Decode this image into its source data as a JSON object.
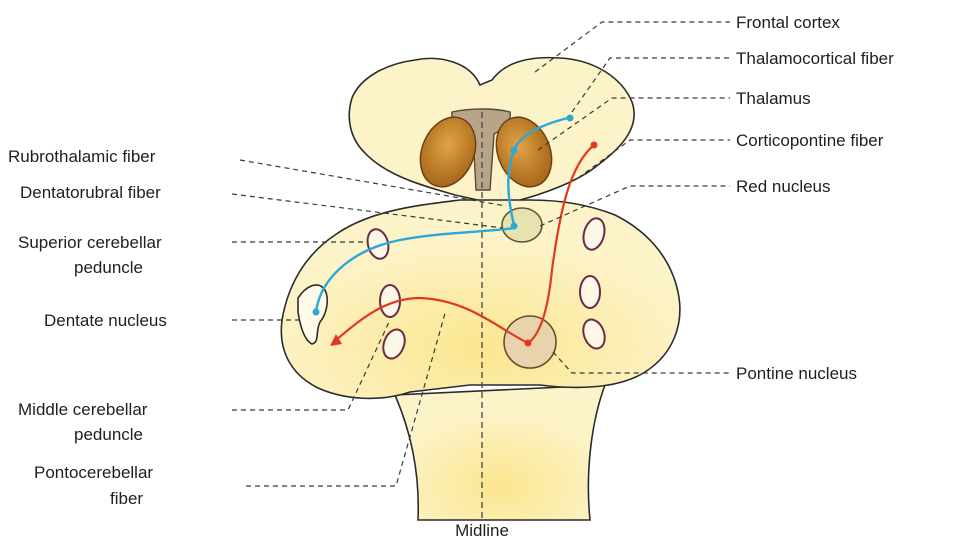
{
  "labels": {
    "frontal_cortex": "Frontal cortex",
    "thalamocortical_fiber": "Thalamocortical fiber",
    "thalamus": "Thalamus",
    "corticopontine_fiber": "Corticopontine fiber",
    "red_nucleus": "Red nucleus",
    "pontine_nucleus": "Pontine nucleus",
    "rubrothalamic_fiber": "Rubrothalamic fiber",
    "dentatorubral_fiber": "Dentatorubral fiber",
    "superior_cerebellar_peduncle_1": "Superior cerebellar",
    "superior_cerebellar_peduncle_2": "peduncle",
    "dentate_nucleus": "Dentate nucleus",
    "middle_cerebellar_peduncle_1": "Middle cerebellar",
    "middle_cerebellar_peduncle_2": "peduncle",
    "pontocerebellar_fiber_1": "Pontocerebellar",
    "pontocerebellar_fiber_2": "fiber",
    "midline": "Midline"
  },
  "colors": {
    "tissue_fill": "#fcf3c8",
    "tissue_glow": "#fbe99a",
    "thalamus_fill": "#c8862a",
    "brainstem_gray": "#b8a488",
    "red_nucleus_fill": "#e6e3b0",
    "pontine_nucleus_fill": "#e8d3ad",
    "cerebellar_pathway": "#29a9d8",
    "cortical_pathway": "#e03a22"
  }
}
